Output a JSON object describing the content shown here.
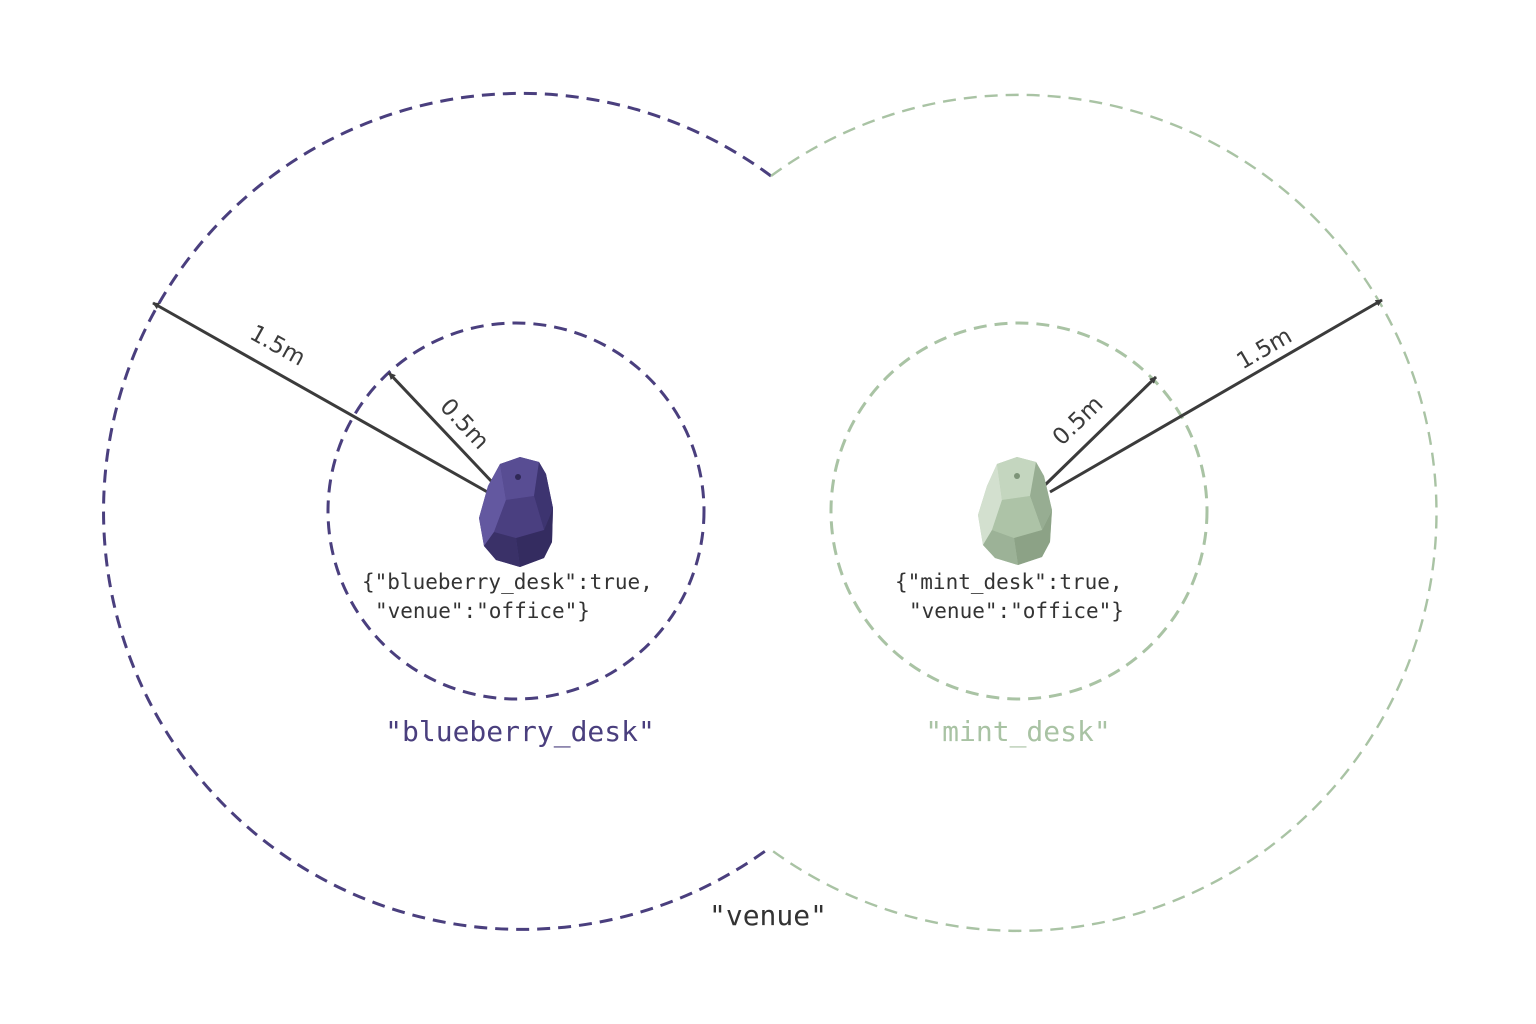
{
  "colors": {
    "blueberry": "#4a3f7e",
    "mint": "#a9c3a4",
    "arrow": "#3b3b3b",
    "text_dark": "#333333",
    "background": "#ffffff"
  },
  "venue": {
    "label": "\"venue\"",
    "radius_label": "1.5m"
  },
  "beacons": [
    {
      "id": "blueberry",
      "icon": "beacon-icon",
      "zone_label": "\"blueberry_desk\"",
      "tag_line1": "{\"blueberry_desk\":true,",
      "tag_line2": "\"venue\":\"office\"}",
      "inner_radius_label": "0.5m",
      "outer_radius_label": "1.5m"
    },
    {
      "id": "mint",
      "icon": "beacon-icon",
      "zone_label": "\"mint_desk\"",
      "tag_line1": "{\"mint_desk\":true,",
      "tag_line2": "\"venue\":\"office\"}",
      "inner_radius_label": "0.5m",
      "outer_radius_label": "1.5m"
    }
  ]
}
